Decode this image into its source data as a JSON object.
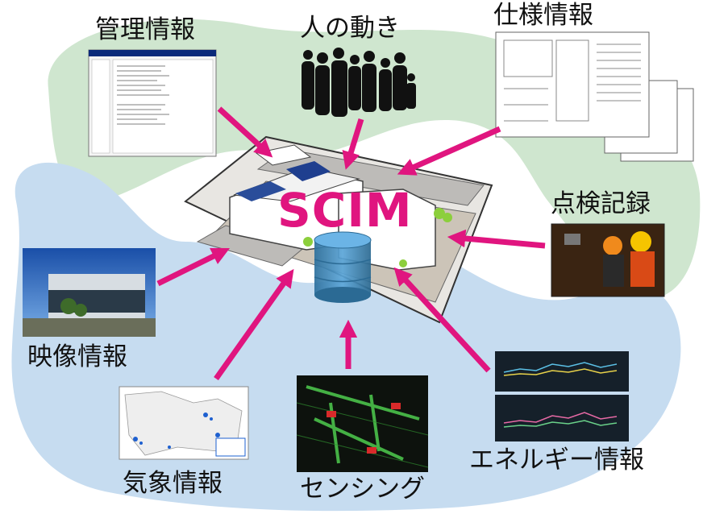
{
  "hub": {
    "label": "SCIM"
  },
  "sources": [
    {
      "id": "management",
      "label": "管理情報"
    },
    {
      "id": "people",
      "label": "人の動き"
    },
    {
      "id": "spec",
      "label": "仕様情報"
    },
    {
      "id": "inspection",
      "label": "点検記録"
    },
    {
      "id": "video",
      "label": "映像情報"
    },
    {
      "id": "weather",
      "label": "気象情報"
    },
    {
      "id": "sensing",
      "label": "センシング"
    },
    {
      "id": "energy",
      "label": "エネルギー情報"
    }
  ],
  "colors": {
    "arrow": "#e0157f",
    "green_blob": "#cfe6cf",
    "blue_blob": "#c6dcf0",
    "hub_text": "#e0157f"
  }
}
